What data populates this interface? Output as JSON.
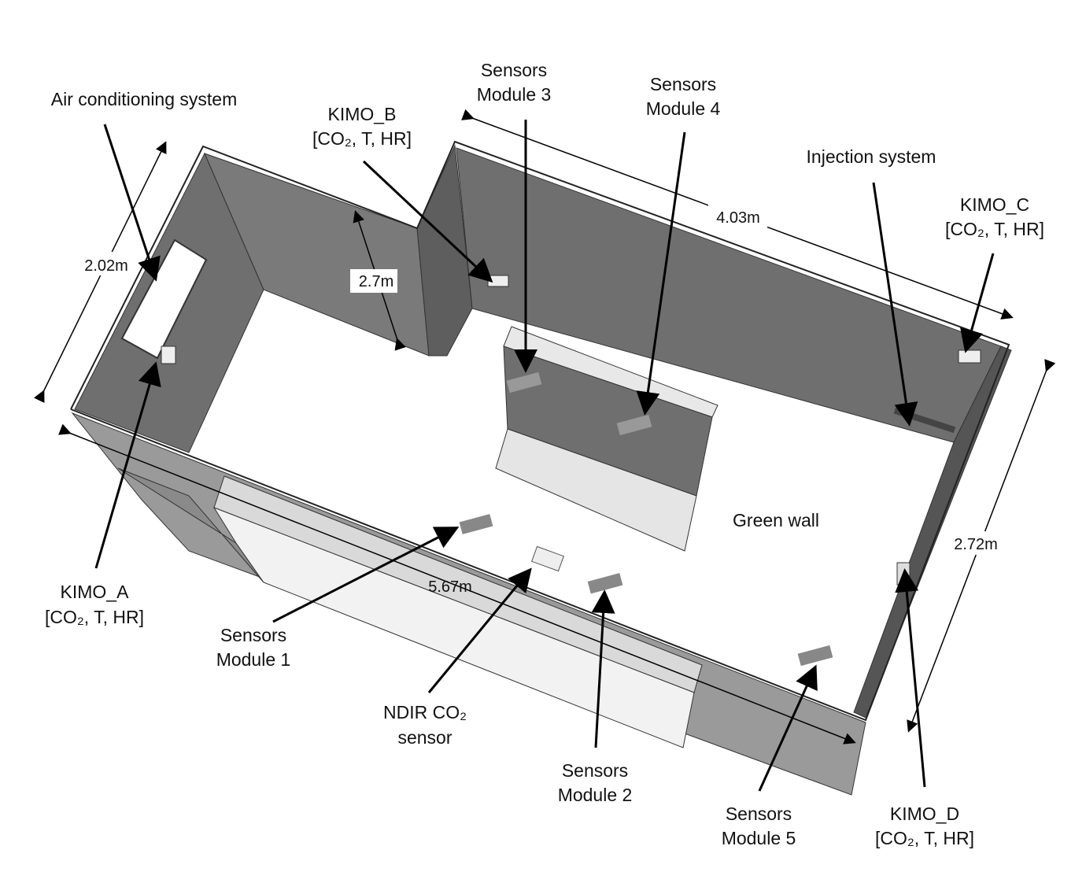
{
  "labels": {
    "air_conditioning": "Air conditioning system",
    "kimo_b_name": "KIMO_B",
    "kimo_b_vars": "[CO₂, T, HR]",
    "sm3_line1": "Sensors",
    "sm3_line2": "Module 3",
    "sm4_line1": "Sensors",
    "sm4_line2": "Module 4",
    "injection": "Injection system",
    "kimo_c_name": "KIMO_C",
    "kimo_c_vars": "[CO₂, T, HR]",
    "green_wall": "Green wall",
    "kimo_a_name": "KIMO_A",
    "kimo_a_vars": "[CO₂, T, HR]",
    "sm1_line1": "Sensors",
    "sm1_line2": "Module 1",
    "ndir_line1": "NDIR CO₂",
    "ndir_line2": "sensor",
    "sm2_line1": "Sensors",
    "sm2_line2": "Module 2",
    "sm5_line1": "Sensors",
    "sm5_line2": "Module 5",
    "kimo_d_name": "KIMO_D",
    "kimo_d_vars": "[CO₂, T, HR]"
  },
  "dimensions": {
    "width": "2.02m",
    "height": "2.7m",
    "depth": "4.03m",
    "length": "5.67m",
    "right": "2.72m"
  },
  "colors": {
    "wall_dark": "#6f6f6f",
    "wall_mid": "#9a9a9a",
    "floor": "#ffffff",
    "bench": "#d9d9d9"
  }
}
